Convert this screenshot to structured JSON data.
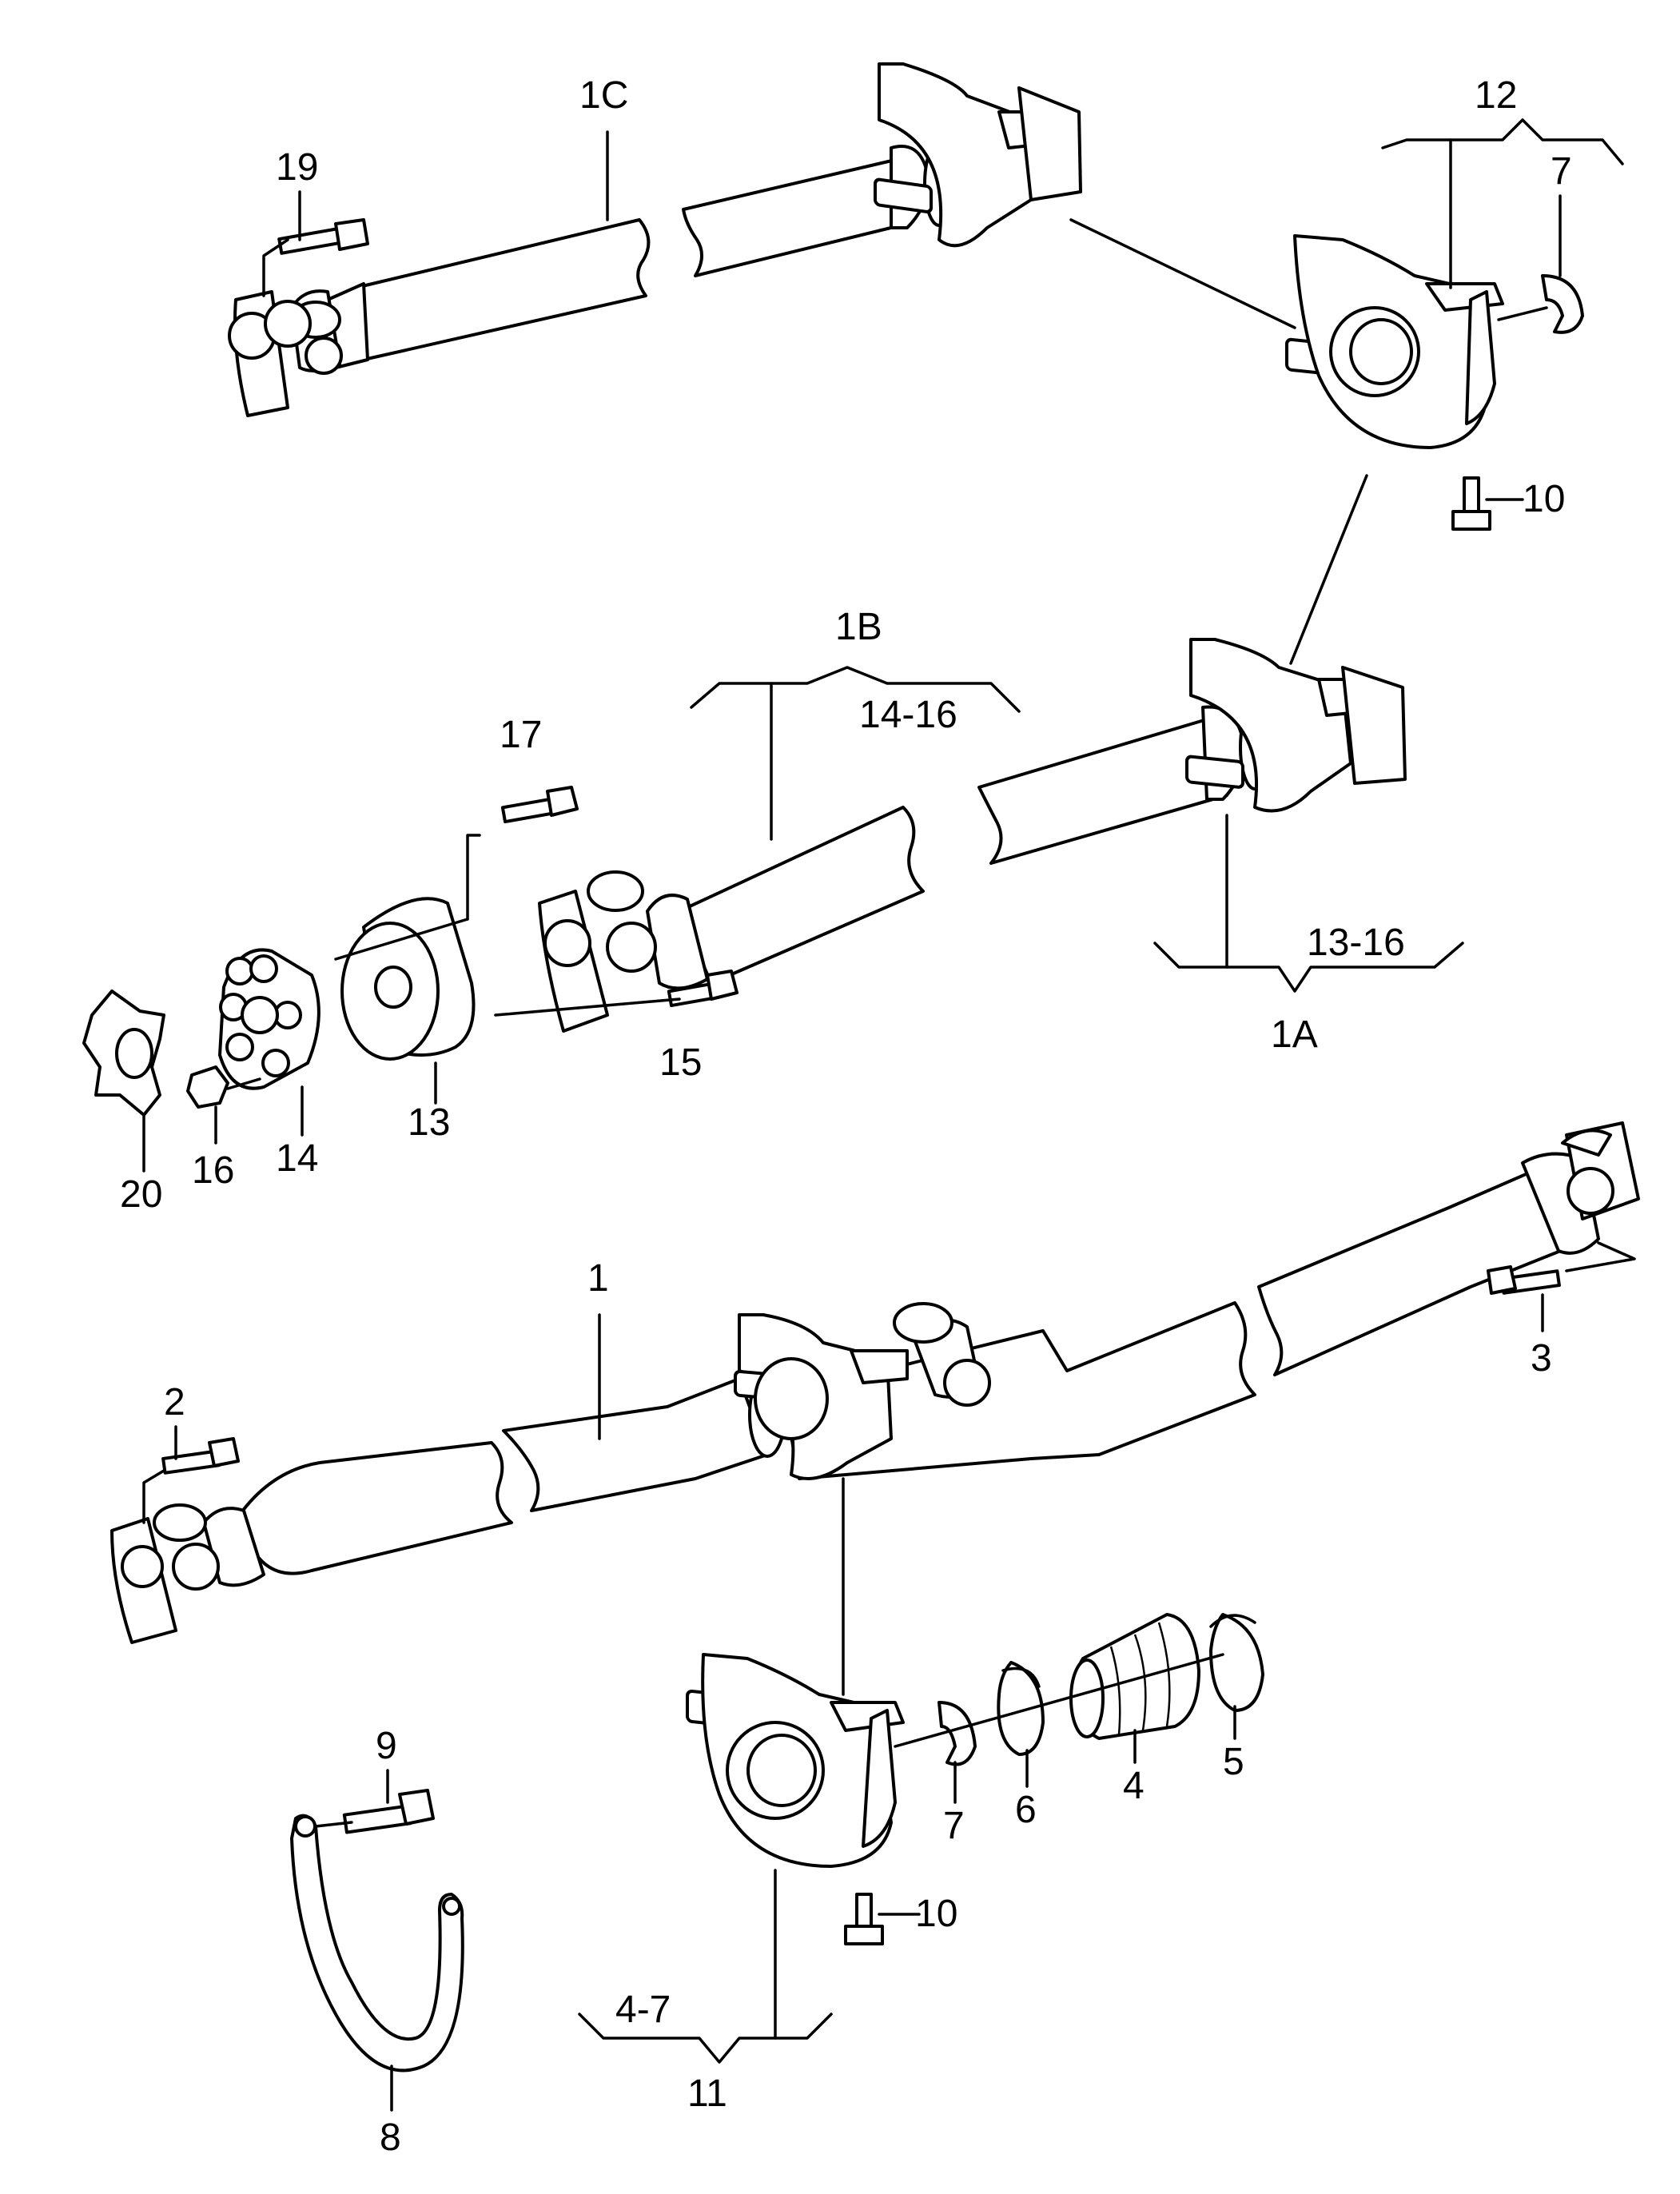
{
  "labels": {
    "p1": "1",
    "p1A": "1A",
    "p1B": "1B",
    "p1C": "1C",
    "p2": "2",
    "p3": "3",
    "p4": "4",
    "p5": "5",
    "p6": "6",
    "p7a": "7",
    "p7b": "7",
    "p8": "8",
    "p9": "9",
    "p10a": "10",
    "p10b": "10",
    "p11": "11",
    "p12": "12",
    "p13": "13",
    "p14": "14",
    "p15": "15",
    "p16": "16",
    "p17": "17",
    "p19": "19",
    "p20": "20",
    "r1416": "14-16",
    "r1316": "13-16",
    "r47": "4-7"
  }
}
